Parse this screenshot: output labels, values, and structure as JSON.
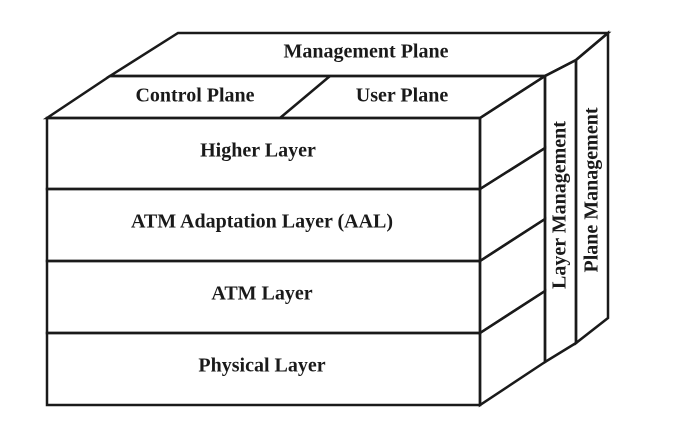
{
  "colors": {
    "shaded_fill": "#acdbe6",
    "plain_fill": "#ffffff",
    "stroke": "#1a1a1a"
  },
  "top": {
    "management_plane": "Management Plane",
    "control_plane": "Control Plane",
    "user_plane": "User Plane"
  },
  "layers": [
    {
      "label": "Higher Layer",
      "shaded": false
    },
    {
      "label": "ATM Adaptation Layer (AAL)",
      "shaded": true
    },
    {
      "label": "ATM Layer",
      "shaded": true
    },
    {
      "label": "Physical Layer",
      "shaded": false
    }
  ],
  "side": {
    "layer_management": "Layer Management",
    "plane_management": "Plane Management"
  }
}
